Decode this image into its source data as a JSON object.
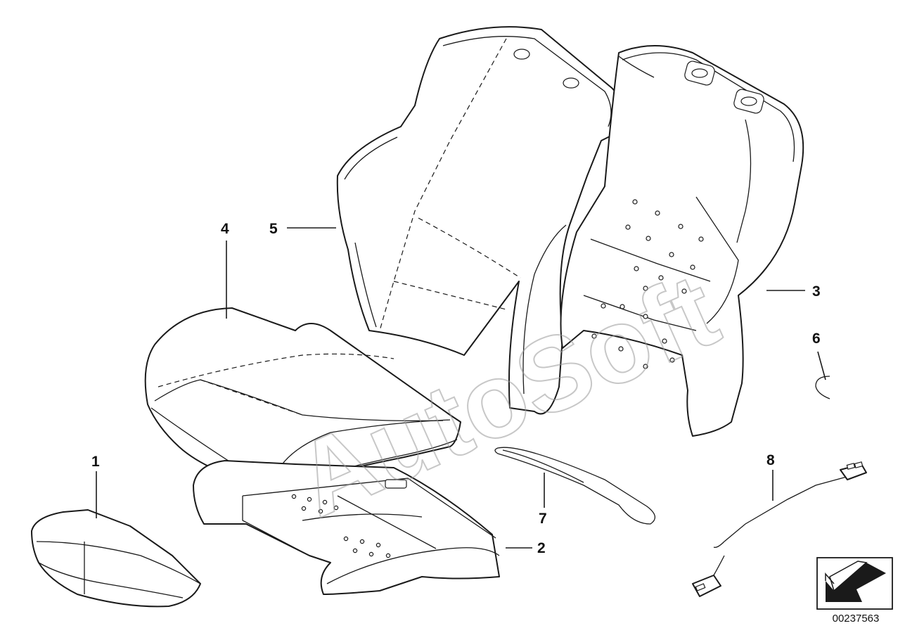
{
  "callouts": {
    "c1": "1",
    "c2": "2",
    "c3": "3",
    "c4": "4",
    "c5": "5",
    "c6": "6",
    "c7": "7",
    "c8": "8"
  },
  "watermark": "AutoSoft",
  "document_number": "00237563",
  "icons": {
    "direction_symbol": "arrow-lower-left-icon"
  },
  "colors": {
    "line": "#1a1a1a",
    "background": "#ffffff",
    "watermark": "#9a9a9a"
  }
}
